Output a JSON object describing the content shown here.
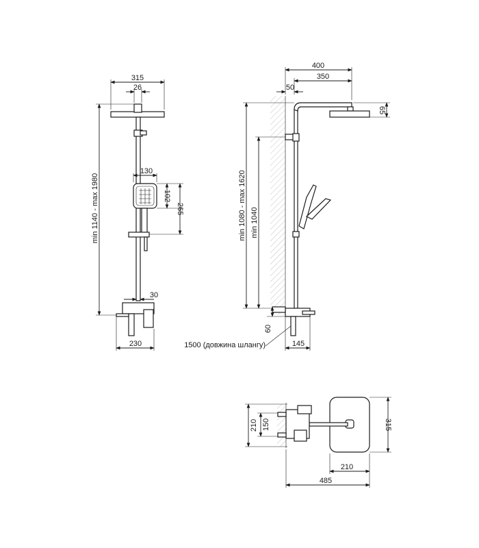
{
  "front_view": {
    "dim_315": "315",
    "dim_26": "26",
    "dim_130": "130",
    "dim_102": "102",
    "dim_265": "265",
    "dim_height": "min 1140 - max 1980",
    "dim_30": "30",
    "dim_230": "230"
  },
  "side_view": {
    "dim_400": "400",
    "dim_350": "350",
    "dim_50": "50",
    "dim_65": "65",
    "dim_height_outer": "min 1080 - max 1620",
    "dim_height_inner": "min 1040",
    "dim_60": "60",
    "dim_145": "145",
    "hose_note": "1500 (довжина шлангу)"
  },
  "top_view": {
    "dim_210_left": "210",
    "dim_150": "150",
    "dim_315": "315",
    "dim_210_bottom": "210",
    "dim_485": "485"
  },
  "colors": {
    "line": "#1a1a1a",
    "hatch": "#9a9a9a",
    "background": "#ffffff"
  }
}
